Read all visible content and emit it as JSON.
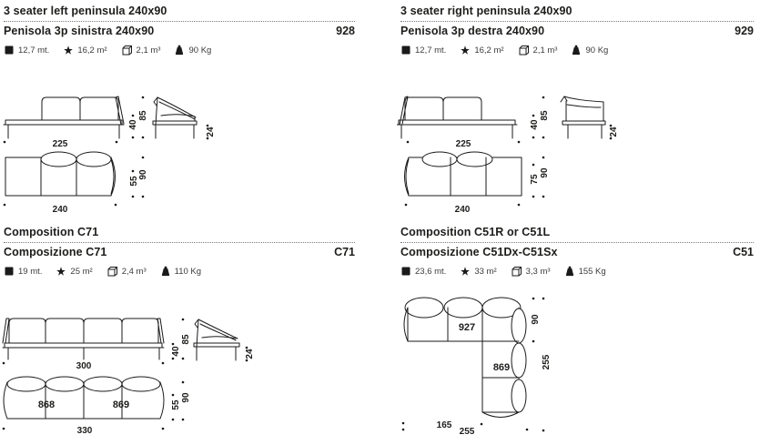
{
  "page": {
    "background": "#ffffff",
    "ink": "#1d1d1b",
    "line_color": "#1a1a1a"
  },
  "icons": {
    "fabric": "fabric-swatch",
    "leather": "leather-hide-star",
    "volume": "cube",
    "weight": "kettlebell-weight"
  },
  "sections": [
    {
      "title_en": "3 seater left peninsula 240x90",
      "title_it": "Penisola 3p sinistra 240x90",
      "code": "928",
      "specs": [
        {
          "icon": "fabric",
          "value": "12,7 mt."
        },
        {
          "icon": "leather",
          "value": "16,2 m²"
        },
        {
          "icon": "volume",
          "value": "2,1 m³"
        },
        {
          "icon": "weight",
          "value": "90 Kg"
        }
      ],
      "dims": {
        "front_width": "225",
        "seat_height": "40",
        "back_height": "85",
        "frame_height": "24",
        "plan_width": "240",
        "seat_depth": "55",
        "total_depth": "90"
      }
    },
    {
      "title_en": "3 seater right peninsula 240x90",
      "title_it": "Penisola 3p destra 240x90",
      "code": "929",
      "specs": [
        {
          "icon": "fabric",
          "value": "12,7 mt."
        },
        {
          "icon": "leather",
          "value": "16,2 m²"
        },
        {
          "icon": "volume",
          "value": "2,1 m³"
        },
        {
          "icon": "weight",
          "value": "90 Kg"
        }
      ],
      "dims": {
        "front_width": "225",
        "seat_height": "40",
        "back_height": "85",
        "frame_height": "24",
        "plan_width": "240",
        "seat_depth": "75",
        "total_depth": "90"
      }
    },
    {
      "title_en": "Composition C71",
      "title_it": "Composizione C71",
      "code": "C71",
      "specs": [
        {
          "icon": "fabric",
          "value": "19 mt."
        },
        {
          "icon": "leather",
          "value": "25 m²"
        },
        {
          "icon": "volume",
          "value": "2,4 m³"
        },
        {
          "icon": "weight",
          "value": "110 Kg"
        }
      ],
      "dims": {
        "front_width": "300",
        "seat_height": "40",
        "back_height": "85",
        "frame_height": "24",
        "plan_width": "330",
        "seat_depth": "55",
        "total_depth": "90",
        "module_left": "868",
        "module_right": "869"
      }
    },
    {
      "title_en": "Composition C51R or C51L",
      "title_it": "Composizione C51Dx-C51Sx",
      "code": "C51",
      "specs": [
        {
          "icon": "fabric",
          "value": "23,6 mt."
        },
        {
          "icon": "leather",
          "value": "33 m²"
        },
        {
          "icon": "volume",
          "value": "3,3 m³"
        },
        {
          "icon": "weight",
          "value": "155 Kg"
        }
      ],
      "dims": {
        "module_top": "927",
        "module_side": "869",
        "depth": "90",
        "side_length": "255",
        "inner_width": "165",
        "total_width": "255"
      }
    }
  ]
}
